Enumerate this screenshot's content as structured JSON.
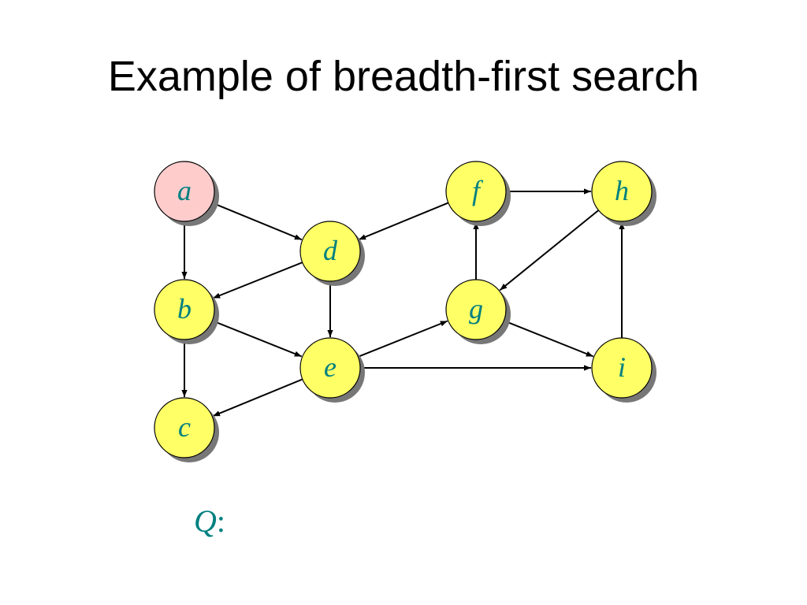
{
  "slide": {
    "title": "Example of breadth-first search"
  },
  "colors": {
    "node_fill": "#ffff66",
    "start_node_fill": "#ffcccc",
    "node_stroke": "#000000",
    "shadow": "#777777",
    "label_color": "#008080",
    "edge_color": "#000000"
  },
  "graph": {
    "start": "a",
    "nodes": [
      {
        "id": "a",
        "label": "a"
      },
      {
        "id": "b",
        "label": "b"
      },
      {
        "id": "c",
        "label": "c"
      },
      {
        "id": "d",
        "label": "d"
      },
      {
        "id": "e",
        "label": "e"
      },
      {
        "id": "f",
        "label": "f"
      },
      {
        "id": "g",
        "label": "g"
      },
      {
        "id": "h",
        "label": "h"
      },
      {
        "id": "i",
        "label": "i"
      }
    ],
    "edges": [
      {
        "from": "a",
        "to": "d"
      },
      {
        "from": "a",
        "to": "b"
      },
      {
        "from": "d",
        "to": "b"
      },
      {
        "from": "d",
        "to": "e"
      },
      {
        "from": "b",
        "to": "e"
      },
      {
        "from": "b",
        "to": "c"
      },
      {
        "from": "e",
        "to": "c"
      },
      {
        "from": "e",
        "to": "g"
      },
      {
        "from": "e",
        "to": "i"
      },
      {
        "from": "f",
        "to": "d"
      },
      {
        "from": "f",
        "to": "h"
      },
      {
        "from": "g",
        "to": "f"
      },
      {
        "from": "g",
        "to": "i"
      },
      {
        "from": "h",
        "to": "g"
      },
      {
        "from": "i",
        "to": "h"
      }
    ]
  },
  "queue": {
    "label": "Q",
    "separator": ":"
  }
}
